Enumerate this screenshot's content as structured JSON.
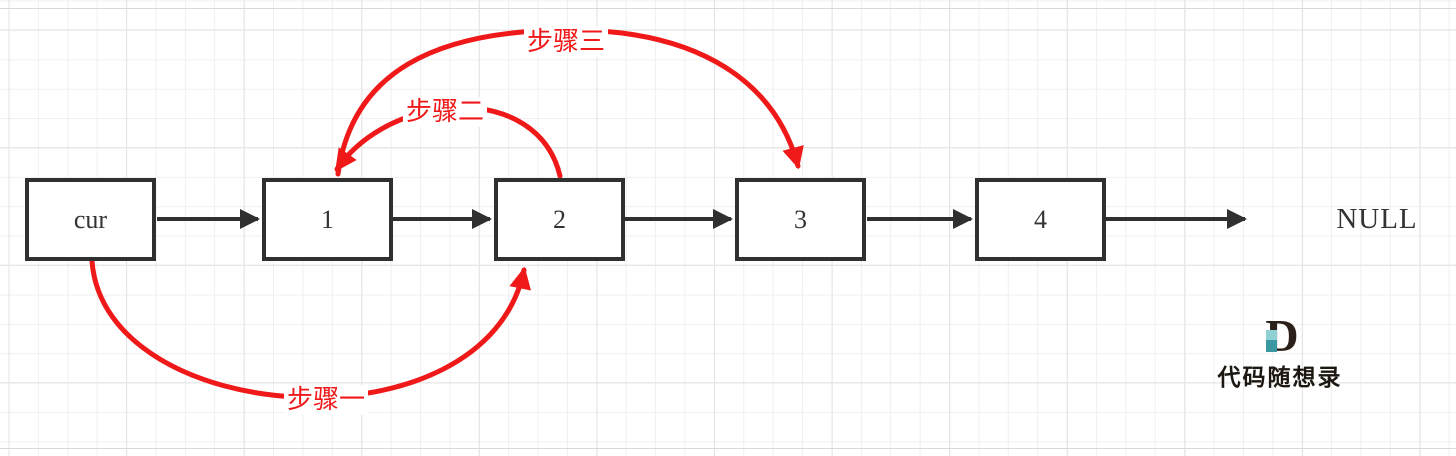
{
  "diagram": {
    "nodes": [
      {
        "label": "cur"
      },
      {
        "label": "1"
      },
      {
        "label": "2"
      },
      {
        "label": "3"
      },
      {
        "label": "4"
      }
    ],
    "terminator": "NULL",
    "steps": {
      "one": {
        "label": "步骤一",
        "meaning": "cur next to node 2"
      },
      "two": {
        "label": "步骤二",
        "meaning": "node 2 next to node 1"
      },
      "three": {
        "label": "步骤三",
        "meaning": "node 1 next to node 3"
      }
    },
    "watermark": {
      "letter": "D",
      "name": "代码随想录"
    }
  },
  "theme": {
    "colors": {
      "highlight": "#f01919",
      "stroke": "#303030",
      "node-text": "#333333",
      "grid-minor": "#efefef",
      "grid-major": "#e3e3e3",
      "logo-dark": "#2b2019"
    }
  }
}
